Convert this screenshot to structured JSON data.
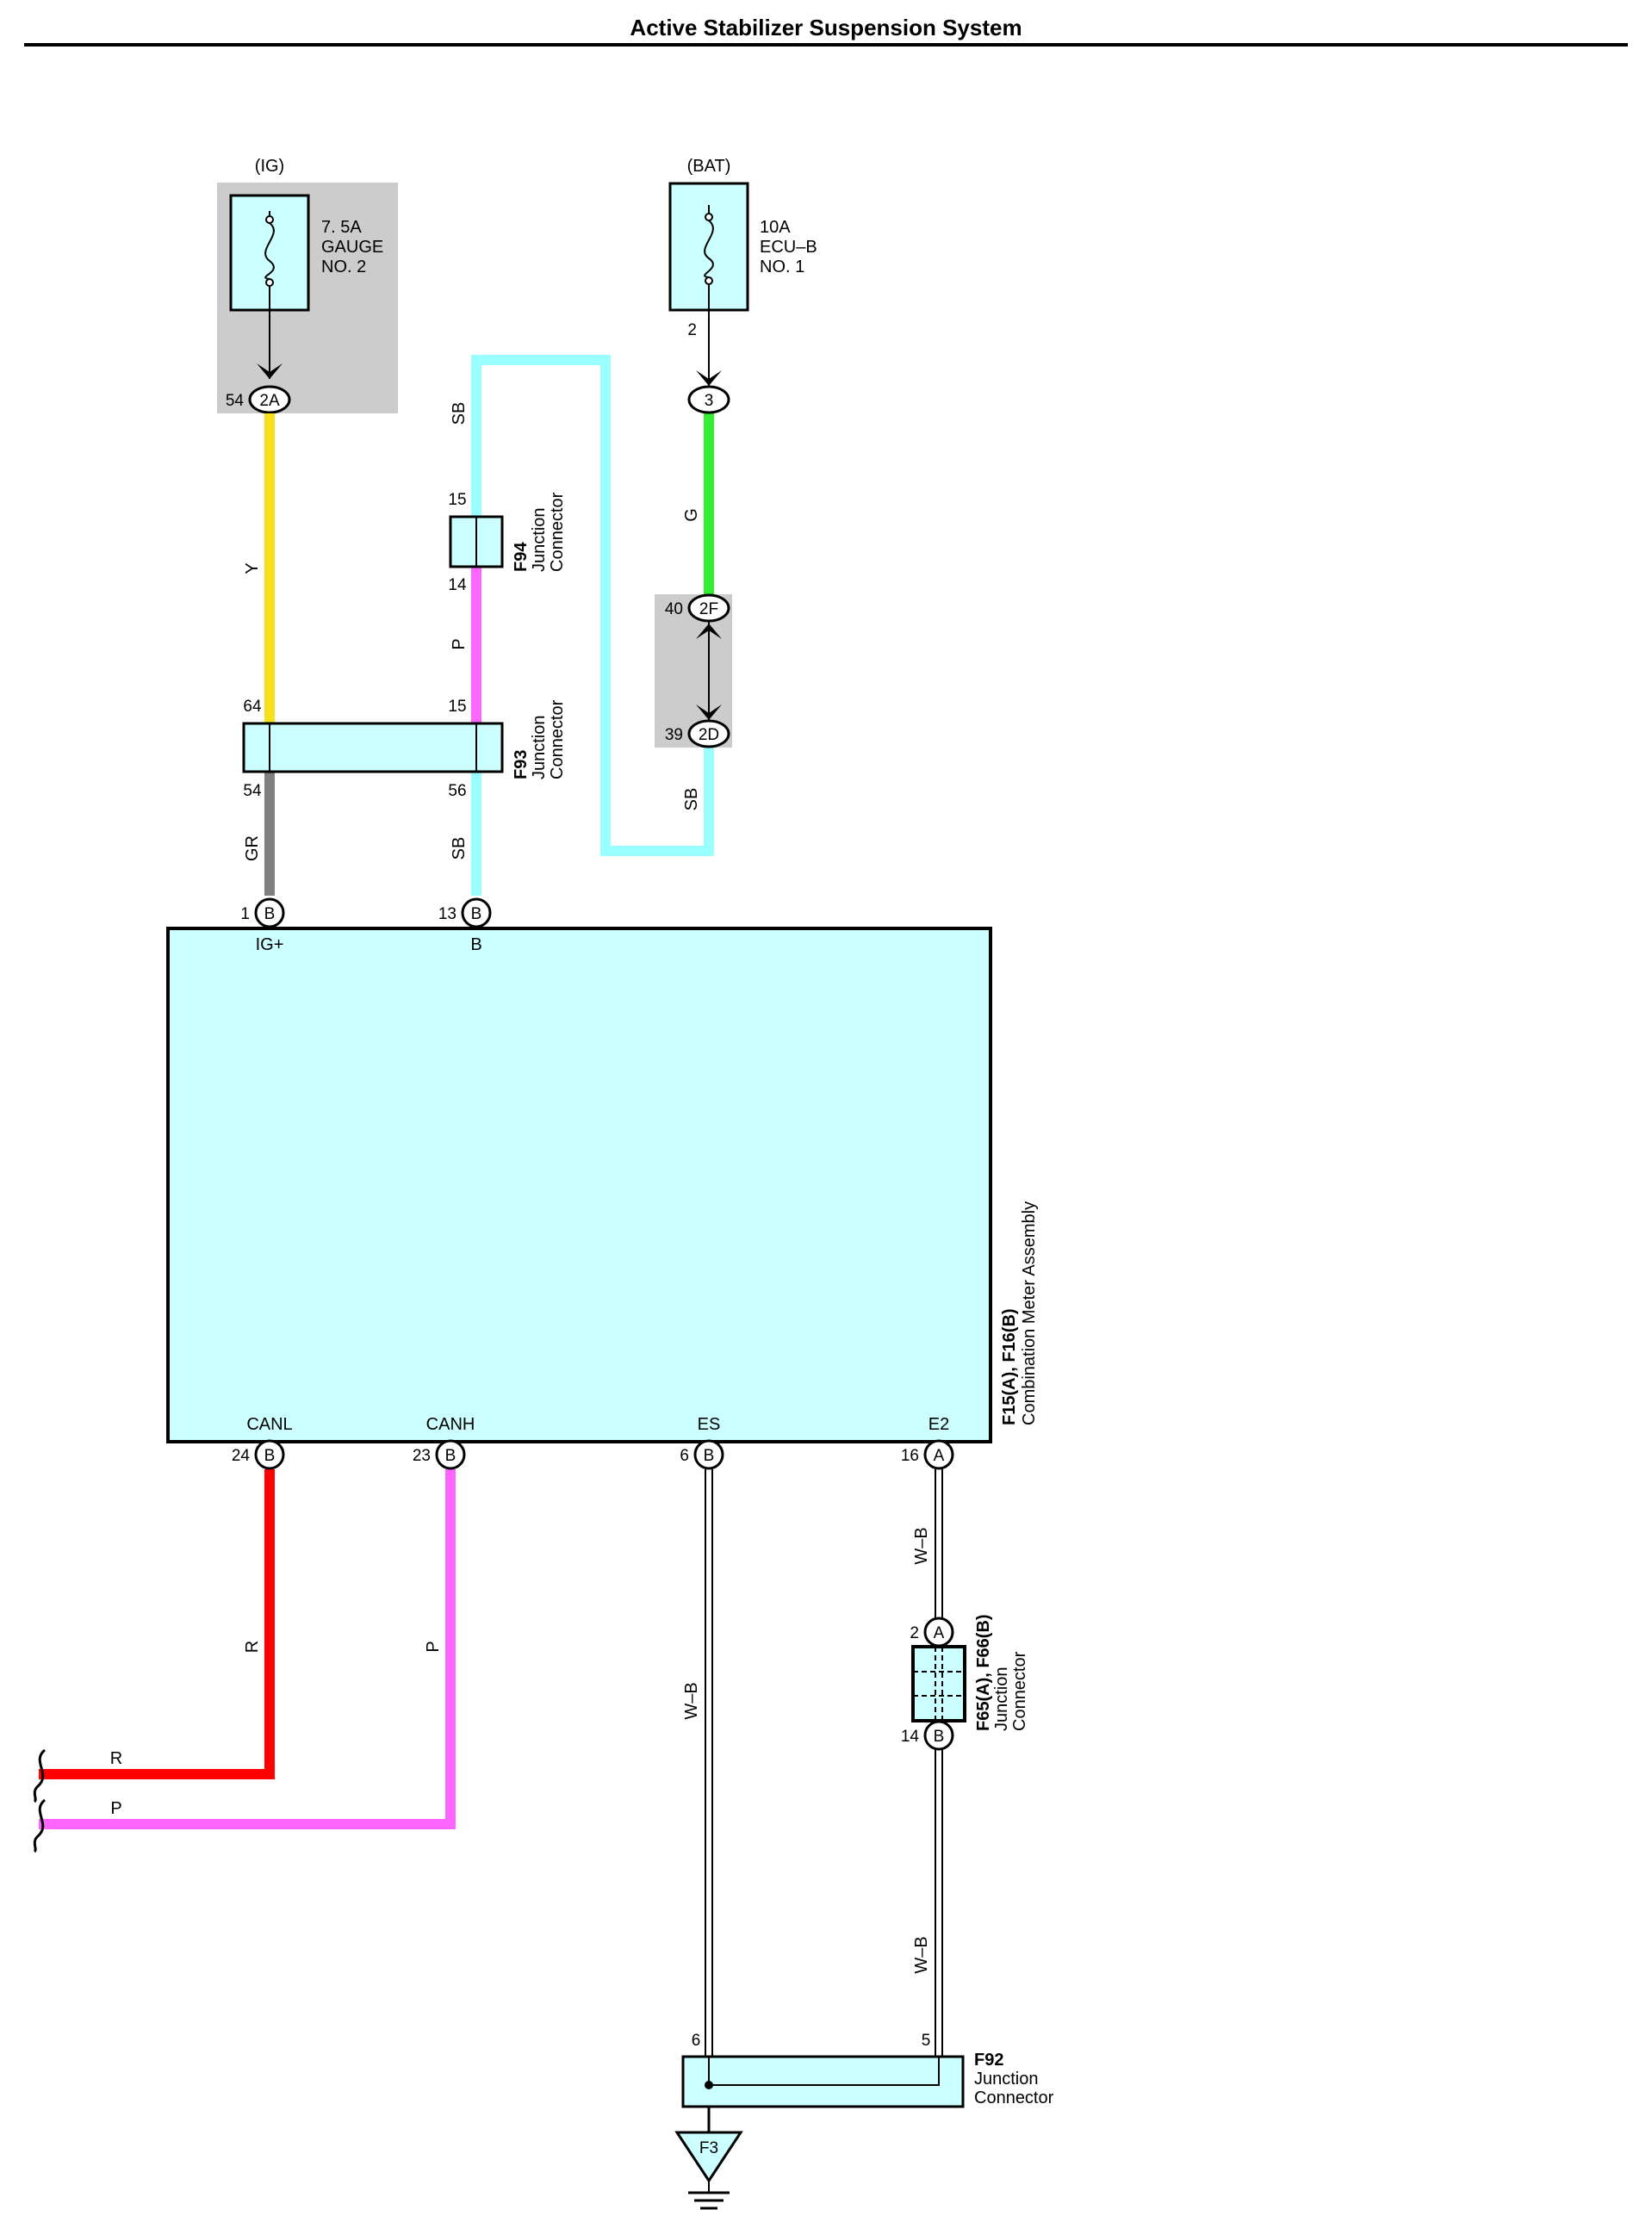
{
  "title": "Active Stabilizer Suspension System",
  "colors": {
    "Y": "#f7e11c",
    "GR": "#808080",
    "SB": "#99ffff",
    "P": "#ff66ff",
    "G": "#33ee33",
    "R": "#ff0000",
    "W-B": "#000000",
    "component_fill": "#ccffff",
    "shade": "#cccccc"
  },
  "fuse_ig": {
    "source": "(IG)",
    "rating": "7. 5A",
    "name_line1": "GAUGE",
    "name_line2": "NO. 2"
  },
  "fuse_bat": {
    "source": "(BAT)",
    "rating": "10A",
    "name_line1": "ECU–B",
    "name_line2": "NO. 1",
    "pin": "2"
  },
  "connectors": {
    "c2A": {
      "code": "2A",
      "pin": "54"
    },
    "c3": {
      "code": "3"
    },
    "c2F": {
      "code": "2F",
      "pin": "40"
    },
    "c2D": {
      "code": "2D",
      "pin": "39"
    },
    "cB1": {
      "code": "B",
      "pin": "1"
    },
    "cB13": {
      "code": "B",
      "pin": "13"
    },
    "cB24": {
      "code": "B",
      "pin": "24"
    },
    "cB23": {
      "code": "B",
      "pin": "23"
    },
    "cB6": {
      "code": "B",
      "pin": "6"
    },
    "cA16": {
      "code": "A",
      "pin": "16"
    },
    "cA2": {
      "code": "A",
      "pin": "2"
    },
    "cB14": {
      "code": "B",
      "pin": "14"
    }
  },
  "wires": {
    "y": "Y",
    "gr": "GR",
    "sb_top": "SB",
    "p_short": "P",
    "sb_mid": "SB",
    "g": "G",
    "sb_right": "SB",
    "r_vert": "R",
    "p_vert": "P",
    "wb_left": "W–B",
    "wb_upper": "W–B",
    "wb_lower": "W–B",
    "r_horiz": "R",
    "p_horiz": "P"
  },
  "f94": {
    "code": "F94",
    "line1": "Junction",
    "line2": "Connector",
    "pin_top": "15",
    "pin_bottom": "14"
  },
  "f93": {
    "code": "F93",
    "line1": "Junction",
    "line2": "Connector",
    "pin_tl": "64",
    "pin_tr": "15",
    "pin_bl": "54",
    "pin_br": "56"
  },
  "meter": {
    "code": "F15(A), F16(B)",
    "name": "Combination Meter Assembly",
    "term_igp": "IG+",
    "term_b": "B",
    "term_canl": "CANL",
    "term_canh": "CANH",
    "term_es": "ES",
    "term_e2": "E2"
  },
  "f65": {
    "code": "F65(A), F66(B)",
    "line1": "Junction",
    "line2": "Connector"
  },
  "f92": {
    "code": "F92",
    "line1": "Junction",
    "line2": "Connector",
    "pin_left": "6",
    "pin_right": "5"
  },
  "ground": {
    "code": "F3"
  }
}
